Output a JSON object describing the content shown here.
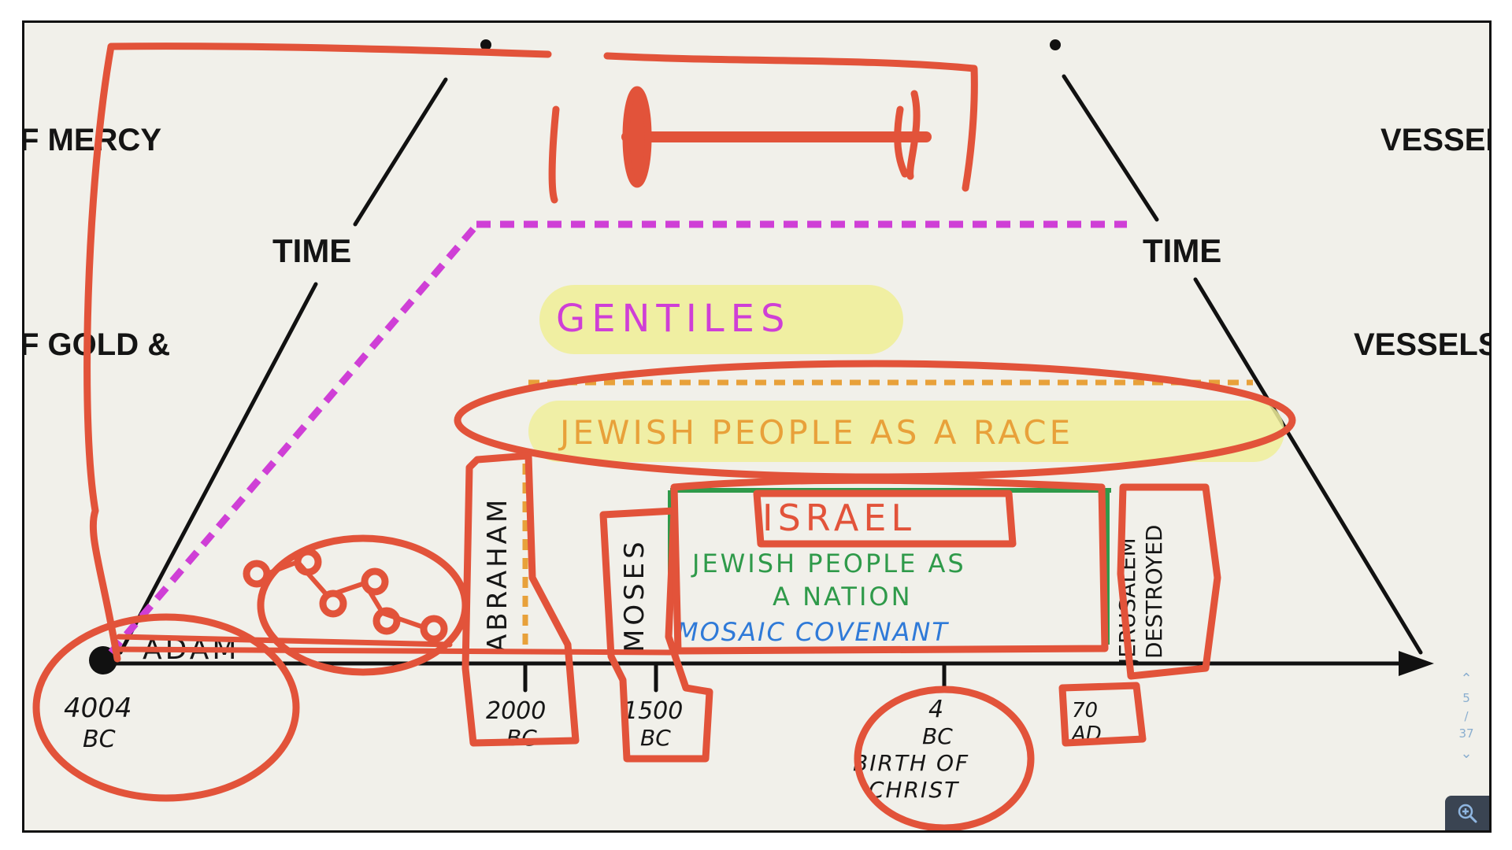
{
  "slide": {
    "labels": {
      "mercy": "F MERCY",
      "gold": "F GOLD &",
      "vessel": "VESSEL",
      "vessels": "VESSELS",
      "time_left": "TIME",
      "time_right": "TIME"
    },
    "annotations": {
      "gentiles": "GENTILES",
      "jewish_race": "JEWISH PEOPLE AS A RACE",
      "abraham": "ABRAHAM",
      "moses": "MOSES",
      "israel": "ISRAEL",
      "nation_line1": "JEWISH PEOPLE AS",
      "nation_line2": "A NATION",
      "mosaic": "MOSAIC COVENANT",
      "jerusalem_1": "JERUSALEM",
      "jerusalem_2": "DESTROYED",
      "adam": "ADAM"
    },
    "dates": {
      "d1_a": "4004",
      "d1_b": "BC",
      "d2_a": "2000",
      "d2_b": "BC",
      "d3_a": "1500",
      "d3_b": "BC",
      "d4_a": "4",
      "d4_b": "BC",
      "d4_c": "BIRTH OF",
      "d4_d": "CHRIST",
      "d5_a": "70",
      "d5_b": "AD"
    }
  },
  "nav": {
    "page_current": "5",
    "page_total": "37",
    "up_icon": "chevron-up-icon",
    "down_icon": "chevron-down-icon",
    "zoom_icon": "zoom-in-icon"
  },
  "colors": {
    "ink_red": "#e2533a",
    "magenta": "#cf3fd6",
    "yellow_highlight": "#f0ee9a",
    "green": "#2f9a4a",
    "blue": "#2f7ad8",
    "orange": "#e8a13a",
    "background": "#f1f0ea"
  }
}
